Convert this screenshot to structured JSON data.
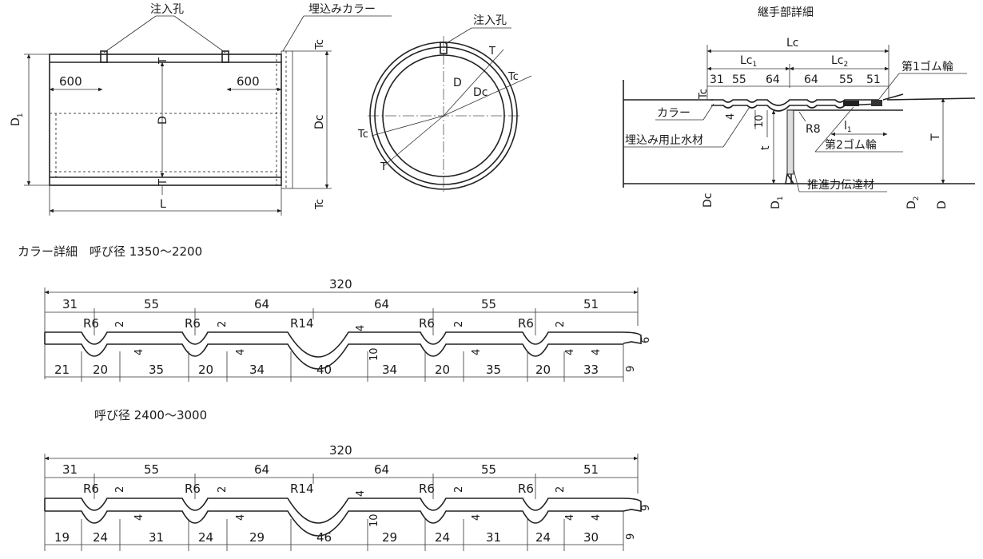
{
  "pipe_view": {
    "injection_hole": "注入孔",
    "embedded_collar": "埋込みカラー",
    "dim_600_left": "600",
    "dim_600_right": "600",
    "D1": "D",
    "D1_sub": "1",
    "D": "D",
    "Dc": "Dc",
    "T_top": "T",
    "T_bottom": "T",
    "Tc_top": "Tc",
    "Tc_bottom": "Tc",
    "L": "L"
  },
  "cross_section": {
    "injection_hole": "注入孔",
    "T_upper": "T",
    "Tc_upper": "Tc",
    "D": "D",
    "Dc": "Dc",
    "Tc_lower": "Tc",
    "T_lower": "T"
  },
  "joint_detail": {
    "title": "継手部詳細",
    "Lc": "Lc",
    "Lc1": "Lc",
    "Lc1_sub": "1",
    "Lc2": "Lc",
    "Lc2_sub": "2",
    "dims": [
      "31",
      "55",
      "64",
      "64",
      "55",
      "51"
    ],
    "rubber1": "第1ゴム輪",
    "Tc": "Tc",
    "collar": "カラー",
    "dim4": "4",
    "dim10": "10",
    "R8": "R8",
    "l1": "l",
    "l1_sub": "1",
    "stop_water": "埋込み用止水材",
    "rubber2": "第2ゴム輪",
    "t": "t",
    "T": "T",
    "thrust": "推進力伝達材",
    "Dc": "Dc",
    "D1": "D",
    "D1_sub": "1",
    "D2": "D",
    "D2_sub": "2",
    "D": "D"
  },
  "collar_detail_1": {
    "title": "カラー詳細　呼び径 1350〜2200",
    "total": "320",
    "top_dims": [
      "31",
      "55",
      "64",
      "64",
      "55",
      "51"
    ],
    "bottom_dims": [
      "21",
      "20",
      "35",
      "20",
      "34",
      "40",
      "34",
      "20",
      "35",
      "20",
      "33"
    ],
    "R6": "R6",
    "R14": "R14",
    "d2": "2",
    "d4": "4",
    "d10": "10",
    "d6": "6",
    "d9": "9"
  },
  "collar_detail_2": {
    "title": "呼び径 2400〜3000",
    "total": "320",
    "top_dims": [
      "31",
      "55",
      "64",
      "64",
      "55",
      "51"
    ],
    "bottom_dims": [
      "19",
      "24",
      "31",
      "24",
      "29",
      "46",
      "29",
      "24",
      "31",
      "24",
      "30"
    ],
    "R6": "R6",
    "R14": "R14",
    "d2": "2",
    "d4": "4",
    "d10": "10",
    "d9a": "9",
    "d9b": "9"
  }
}
